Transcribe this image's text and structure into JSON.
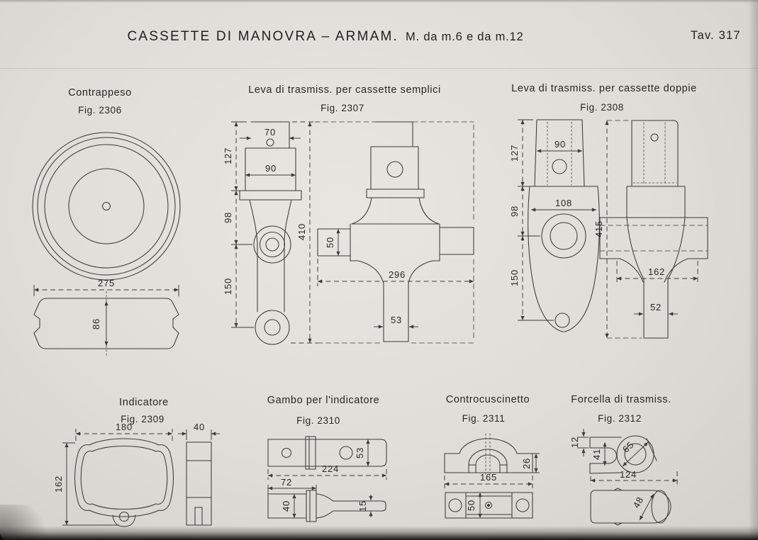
{
  "header": {
    "title_main": "CASSETTE DI MANOVRA – ARMAM.",
    "title_sub": "M. da m.6 e da m.12",
    "plate": "Tav. 317"
  },
  "figures": {
    "contrappeso": {
      "title": "Contrappeso",
      "fig": "Fig. 2306",
      "dims": {
        "width": "275",
        "height": "86"
      }
    },
    "leva_semplici": {
      "title": "Leva di trasmiss. per cassette semplici",
      "fig": "Fig. 2307",
      "dims": {
        "top_width": "70",
        "shank_width": "90",
        "seg_top": "127",
        "seg_mid": "98",
        "seg_bottom": "150",
        "overall_height": "410",
        "arm_height": "50",
        "arm_span": "296",
        "stem_width": "53"
      }
    },
    "leva_doppie": {
      "title": "Leva di trasmiss. per cassette doppie",
      "fig": "Fig. 2308",
      "dims": {
        "shank_width": "90",
        "boss_width": "108",
        "seg_top": "127",
        "seg_mid": "98",
        "seg_bottom": "150",
        "overall_height": "415",
        "arm_span": "162",
        "stem_width": "52"
      }
    },
    "indicatore": {
      "title": "Indicatore",
      "fig": "Fig. 2309",
      "dims": {
        "width": "180",
        "height": "162",
        "depth": "40"
      }
    },
    "gambo": {
      "title": "Gambo per l'indicatore",
      "fig": "Fig. 2310",
      "dims": {
        "length": "224",
        "bar_height": "53",
        "left_length": "72",
        "block_height": "40",
        "stem_height": "15"
      }
    },
    "controcuscinetto": {
      "title": "Controcuscinetto",
      "fig": "Fig. 2311",
      "dims": {
        "length": "165",
        "base_height": "26",
        "width": "50"
      }
    },
    "forcella": {
      "title": "Forcella di trasmiss.",
      "fig": "Fig. 2312",
      "dims": {
        "prong_thickness": "12",
        "slot_height": "41",
        "eye_diameter": "65",
        "length": "124",
        "shank_diameter": "48"
      }
    }
  }
}
